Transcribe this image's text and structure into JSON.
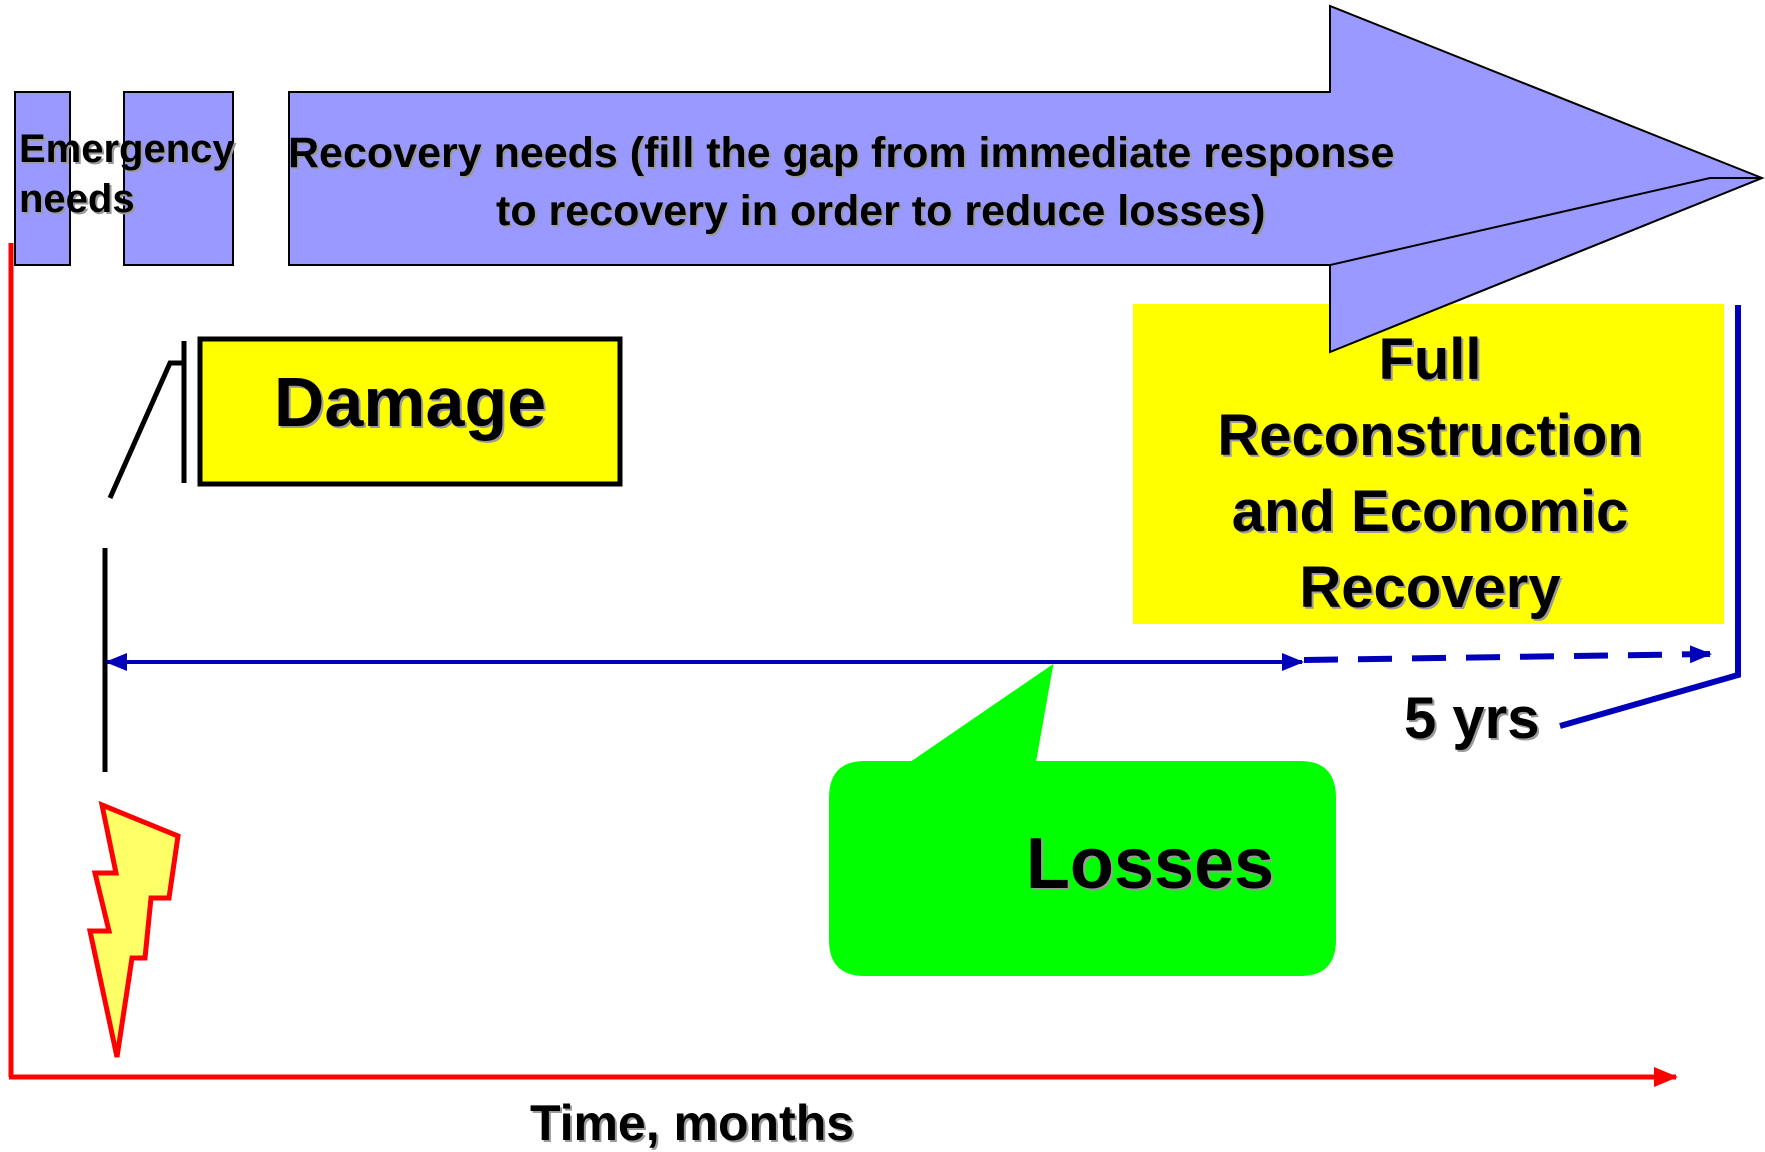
{
  "colors": {
    "axis": "#ff0000",
    "needs_fill": "#9999ff",
    "box_fill": "#ffff00",
    "bubble_fill": "#00ff00",
    "timeline": "#0000bb"
  },
  "icons": {
    "disaster": "lightning-bolt-icon"
  },
  "emergency": {
    "line1": "Emergency",
    "line2": "needs"
  },
  "recovery": {
    "line1": "Recovery needs (fill the gap from immediate response",
    "line2": "to recovery in order to reduce losses)"
  },
  "damage": {
    "label": "Damage"
  },
  "full": {
    "line1": "Full",
    "line2": "Reconstruction",
    "line3": "and Economic",
    "line4": "Recovery"
  },
  "duration": {
    "label": "5 yrs"
  },
  "losses": {
    "label": "Losses"
  },
  "axis": {
    "x_label": "Time, months"
  }
}
